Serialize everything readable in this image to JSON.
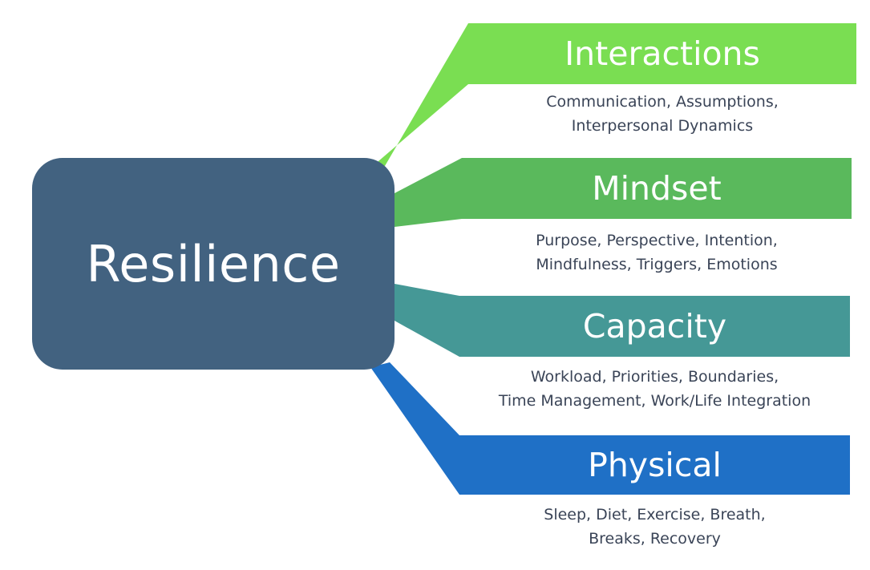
{
  "center": {
    "label": "Resilience",
    "color": "#426280"
  },
  "branches": [
    {
      "title": "Interactions",
      "color": "#7ade52",
      "desc_lines": [
        "Communication, Assumptions,",
        "Interpersonal Dynamics"
      ]
    },
    {
      "title": "Mindset",
      "color": "#5ab95c",
      "desc_lines": [
        "Purpose, Perspective, Intention,",
        "Mindfulness, Triggers, Emotions"
      ]
    },
    {
      "title": "Capacity",
      "color": "#459896",
      "desc_lines": [
        "Workload, Priorities, Boundaries,",
        "Time Management, Work/Life Integration"
      ]
    },
    {
      "title": "Physical",
      "color": "#1f70c6",
      "desc_lines": [
        "Sleep, Diet, Exercise, Breath,",
        "Breaks, Recovery"
      ]
    }
  ]
}
